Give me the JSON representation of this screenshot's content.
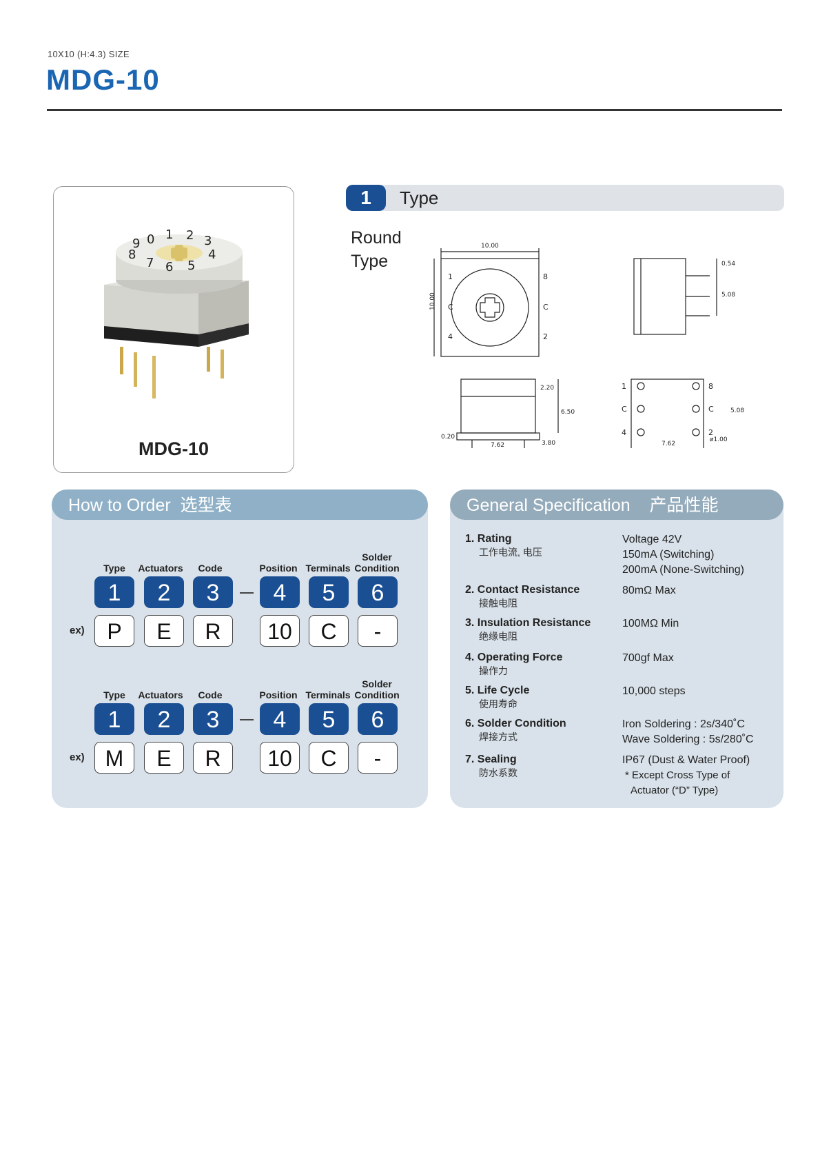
{
  "header": {
    "subtitle": "10X10 (H:4.3) SIZE",
    "title": "MDG-10"
  },
  "photo": {
    "caption": "MDG-10",
    "dial_digits": [
      "0",
      "1",
      "2",
      "3",
      "4",
      "5",
      "6",
      "7",
      "8",
      "9"
    ]
  },
  "type_section": {
    "number": "1",
    "label": "Type",
    "round_type": "Round Type"
  },
  "drawing": {
    "width": "10.00",
    "height": "10.00",
    "top_height": "0.54",
    "pin_len": "5.08",
    "side_h1": "2.20",
    "side_h2": "6.50",
    "pin_h": "3.80",
    "pin_w": "0.20",
    "pitch": "7.62",
    "bottom_pitch": "7.62",
    "bottom_vert": "5.08",
    "hole_dia": "ø1.00",
    "left_pins": [
      "1",
      "C",
      "4"
    ],
    "right_pins": [
      "8",
      "C",
      "2"
    ],
    "bottom_left_pins": [
      "1",
      "C",
      "4"
    ],
    "bottom_right_pins": [
      "8",
      "C",
      "2"
    ]
  },
  "order": {
    "title": "How to Order",
    "title_zh": "选型表",
    "columns": [
      "Type",
      "Actuators",
      "Code",
      "Position",
      "Terminals",
      "Solder",
      "Condition"
    ],
    "numbers": [
      "1",
      "2",
      "3",
      "4",
      "5",
      "6"
    ],
    "ex_label": "ex)",
    "example1": [
      "P",
      "E",
      "R",
      "10",
      "C",
      "-"
    ],
    "example2": [
      "M",
      "E",
      "R",
      "10",
      "C",
      "-"
    ]
  },
  "spec": {
    "title": "General Specification",
    "title_zh": "产品性能",
    "items": [
      {
        "en": "1. Rating",
        "zh": "工作电流, 电压",
        "values": [
          "Voltage 42V",
          "150mA (Switching)",
          "200mA (None-Switching)"
        ]
      },
      {
        "en": "2. Contact Resistance",
        "zh": "接触电阻",
        "values": [
          "80mΩ  Max"
        ]
      },
      {
        "en": "3. Insulation Resistance",
        "zh": "绝缘电阻",
        "values": [
          "100MΩ  Min"
        ]
      },
      {
        "en": "4. Operating Force",
        "zh": "操作力",
        "values": [
          "700gf  Max"
        ]
      },
      {
        "en": "5. Life Cycle",
        "zh": "使用寿命",
        "values": [
          "10,000 steps"
        ]
      },
      {
        "en": "6. Solder Condition",
        "zh": "焊接方式",
        "values": [
          "Iron Soldering : 2s/340˚C",
          "Wave Soldering : 5s/280˚C"
        ]
      },
      {
        "en": "7. Sealing",
        "zh": "防水系数",
        "values": [
          "IP67 (Dust & Water Proof)"
        ],
        "notes": [
          "* Except Cross Type of",
          "Actuator (“D” Type)"
        ]
      }
    ]
  }
}
